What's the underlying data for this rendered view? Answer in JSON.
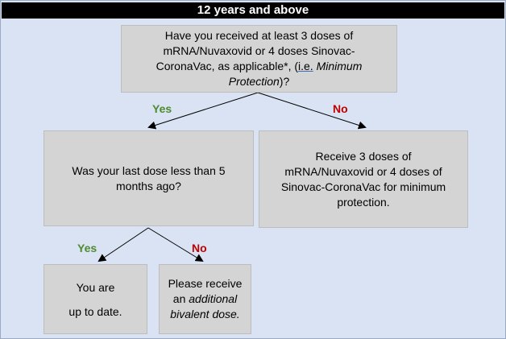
{
  "header": {
    "title": "12 years and above"
  },
  "question1": {
    "text_lead": "Have you received at least 3 doses of mRNA/Nuvaxovid or 4 doses Sinovac-CoronaVac, as applicable*, (",
    "text_ie": "i.e.",
    "text_space": " ",
    "text_italic": "Minimum Protection",
    "text_tail": ")?"
  },
  "branch1": {
    "yes_label": "Yes",
    "no_label": "No"
  },
  "question2": {
    "text": "Was your last dose less than 5 months ago?"
  },
  "outcome_no1": {
    "text": "Receive 3 doses of mRNA/Nuvaxovid or 4 doses of Sinovac-CoronaVac for minimum protection."
  },
  "branch2": {
    "yes_label": "Yes",
    "no_label": "No"
  },
  "outcome_yes2": {
    "line1": "You are",
    "line2": "up to date."
  },
  "outcome_no2": {
    "text_lead": "Please receive an ",
    "text_italic": "additional bivalent dose."
  }
}
